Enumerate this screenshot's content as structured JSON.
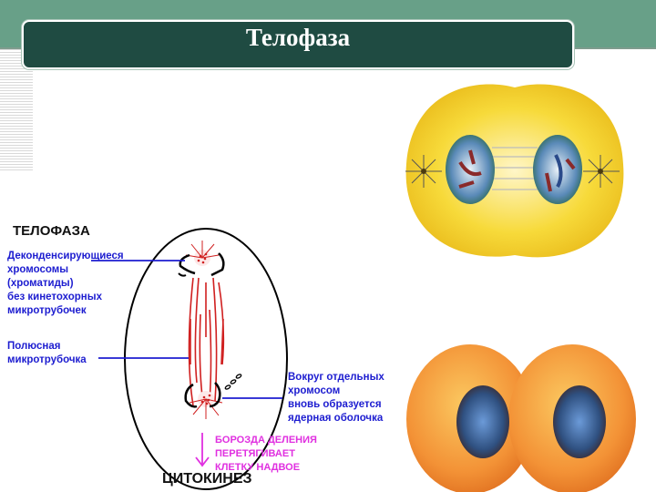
{
  "slide": {
    "title": "Телофаза",
    "colors": {
      "header_band": "#68a088",
      "title_box": "#1f4b42",
      "label_blue": "#1d1dd0",
      "label_magenta": "#e030e0",
      "spindle_red": "#d02020",
      "cell_yellow": "#f5d020",
      "cell_orange": "#f08a30"
    }
  },
  "diagram": {
    "heading": "ТЕЛОФАЗА",
    "labels": {
      "chromosomes": [
        "Деконденсирующиеся",
        "хромосомы",
        "(хроматиды)",
        "без кинетохорных",
        "микротрубочек"
      ],
      "polar_microtubule": [
        "Полюсная",
        "микротрубочка"
      ],
      "nuclear_envelope": [
        "Вокруг отдельных",
        "хромосом",
        "вновь образуется",
        "ядерная оболочка"
      ],
      "furrow": [
        "БОРОЗДА ДЕЛЕНИЯ",
        "ПЕРЕТЯГИВАЕТ",
        "КЛЕТКУ НАДВОЕ"
      ]
    },
    "footer": "ЦИТОКИНЕЗ"
  },
  "images": [
    {
      "name": "telophase-cell-yellow",
      "description": "dividing cell with two nuclei and spindle"
    },
    {
      "name": "telophase-cell-orange",
      "description": "two daughter cells after cytokinesis"
    }
  ]
}
